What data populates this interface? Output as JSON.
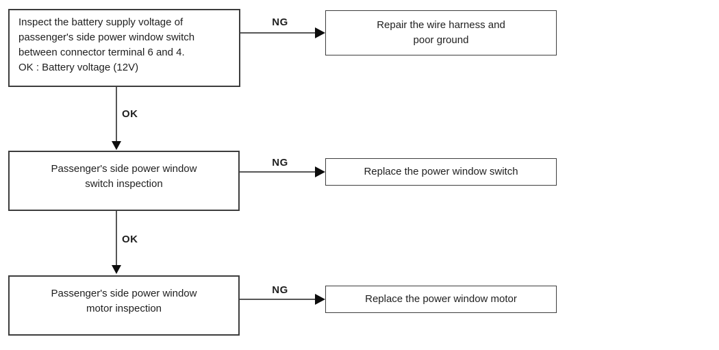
{
  "diagram": {
    "type": "troubleshooting-flowchart",
    "ok_label": "OK",
    "ng_label": "NG",
    "steps": [
      {
        "text": "Inspect the battery supply voltage of\npassenger's side power window switch\nbetween connector terminal 6 and 4.\nOK : Battery voltage (12V)"
      },
      {
        "text": "Passenger's side power window\nswitch inspection"
      },
      {
        "text": "Passenger's side power window\nmotor inspection"
      }
    ],
    "ng_results": [
      {
        "text": "Repair the wire harness and\npoor ground"
      },
      {
        "text": "Replace the power window switch"
      },
      {
        "text": "Replace the power window motor"
      }
    ],
    "colors": {
      "line": "#565656",
      "border": "#3c3c3c",
      "text": "#1e1e1e",
      "background": "#ffffff",
      "arrow": "#0d0d0d"
    }
  }
}
